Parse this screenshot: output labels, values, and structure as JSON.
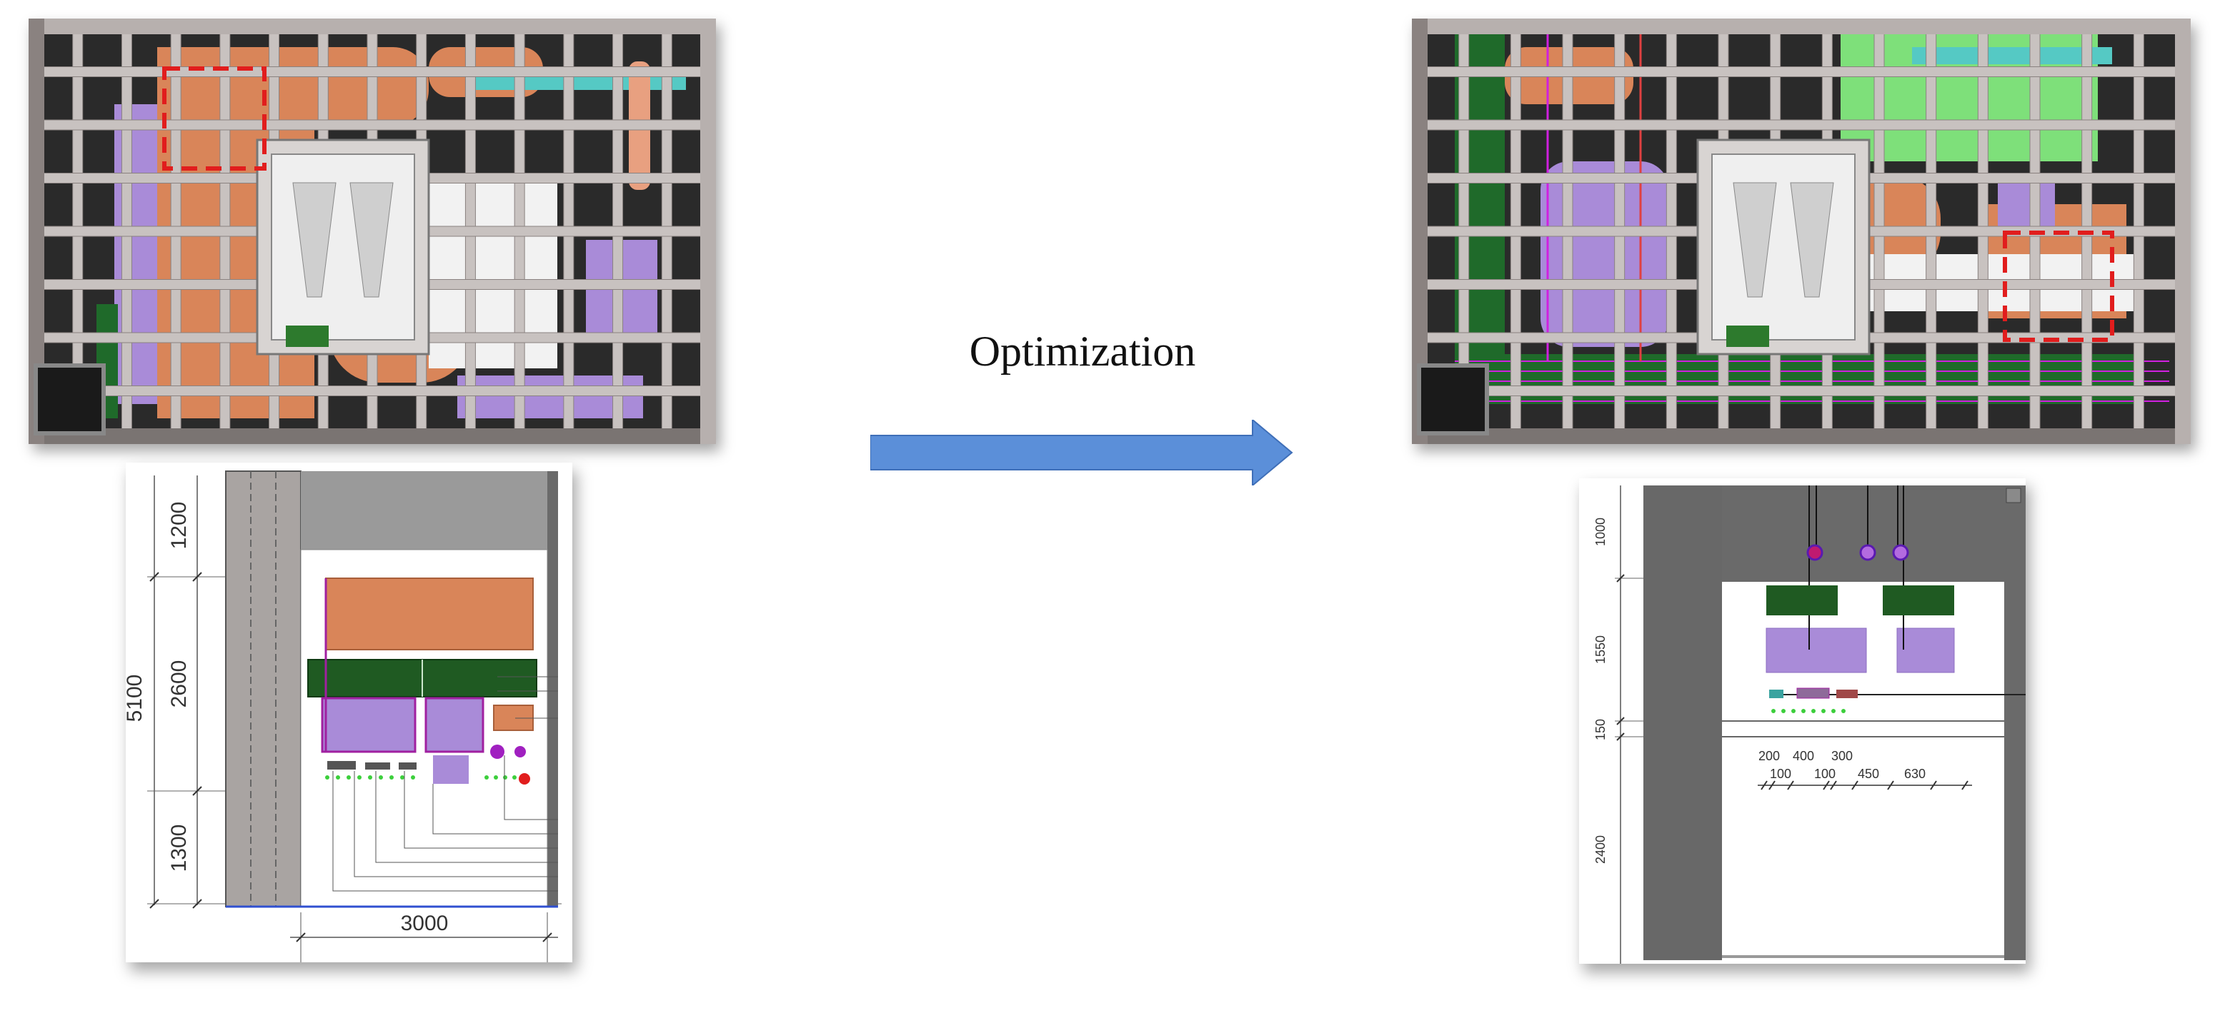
{
  "arrow": {
    "label": "Optimization"
  },
  "colors": {
    "frame": "#c8c2c0",
    "frame_dark": "#8a8280",
    "duct_orange": "#d98559",
    "duct_purple": "#a98bd8",
    "duct_green": "#1f6a2a",
    "pipe_cyan": "#55c9c4",
    "bright_green": "#7ee07a",
    "highlight_red": "#e11d1d",
    "arrow_blue": "#5b8fd9"
  },
  "left_drawing": {
    "dims_vertical": [
      "5100",
      "1200",
      "2600",
      "1300"
    ],
    "dims_horizontal": [
      "3000"
    ]
  },
  "right_drawing": {
    "dims_vertical": [
      "1000",
      "1550",
      "150",
      "2400"
    ],
    "dims_horizontal_top": [
      "200",
      "400",
      "300"
    ],
    "dims_horizontal_bottom": [
      "100",
      "100",
      "450",
      "630"
    ]
  }
}
